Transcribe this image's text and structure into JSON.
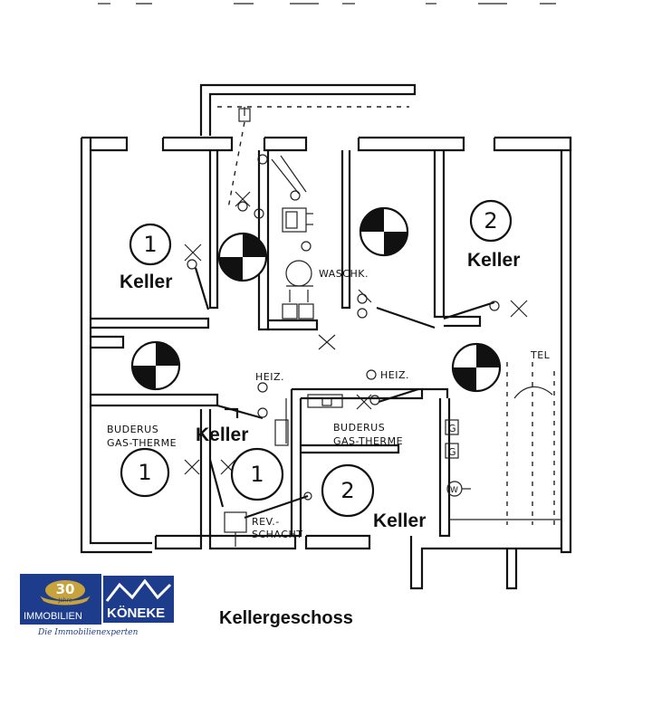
{
  "plan": {
    "rooms": [
      {
        "number": "1",
        "label": "Keller"
      },
      {
        "number": "2",
        "label": "Keller"
      },
      {
        "number": "1",
        "label": "Keller"
      },
      {
        "number": "2",
        "label": "Keller"
      }
    ],
    "texts": {
      "waschk": "WASCHK.",
      "tel": "TEL",
      "heiz_left": "HEIZ.",
      "heiz_right": "HEIZ.",
      "buderus_left_1": "BUDERUS",
      "buderus_left_2": "GAS-THERME",
      "buderus_right_1": "BUDERUS",
      "buderus_right_2": "GAS-THERME",
      "rev_1": "REV.-",
      "rev_2": "SCHACHT",
      "g_upper": "G",
      "g_lower": "G",
      "w_meter": "W"
    }
  },
  "logo": {
    "years": "30",
    "jahre": "Jahre",
    "left_word": "IMMOBILIEN",
    "right_word": "KÖNEKE",
    "tagline": "Die Immobilienexperten",
    "colors": {
      "blue": "#1d3d8c",
      "gold": "#c8a23a",
      "white": "#ffffff"
    }
  },
  "caption": "Kellergeschoss"
}
